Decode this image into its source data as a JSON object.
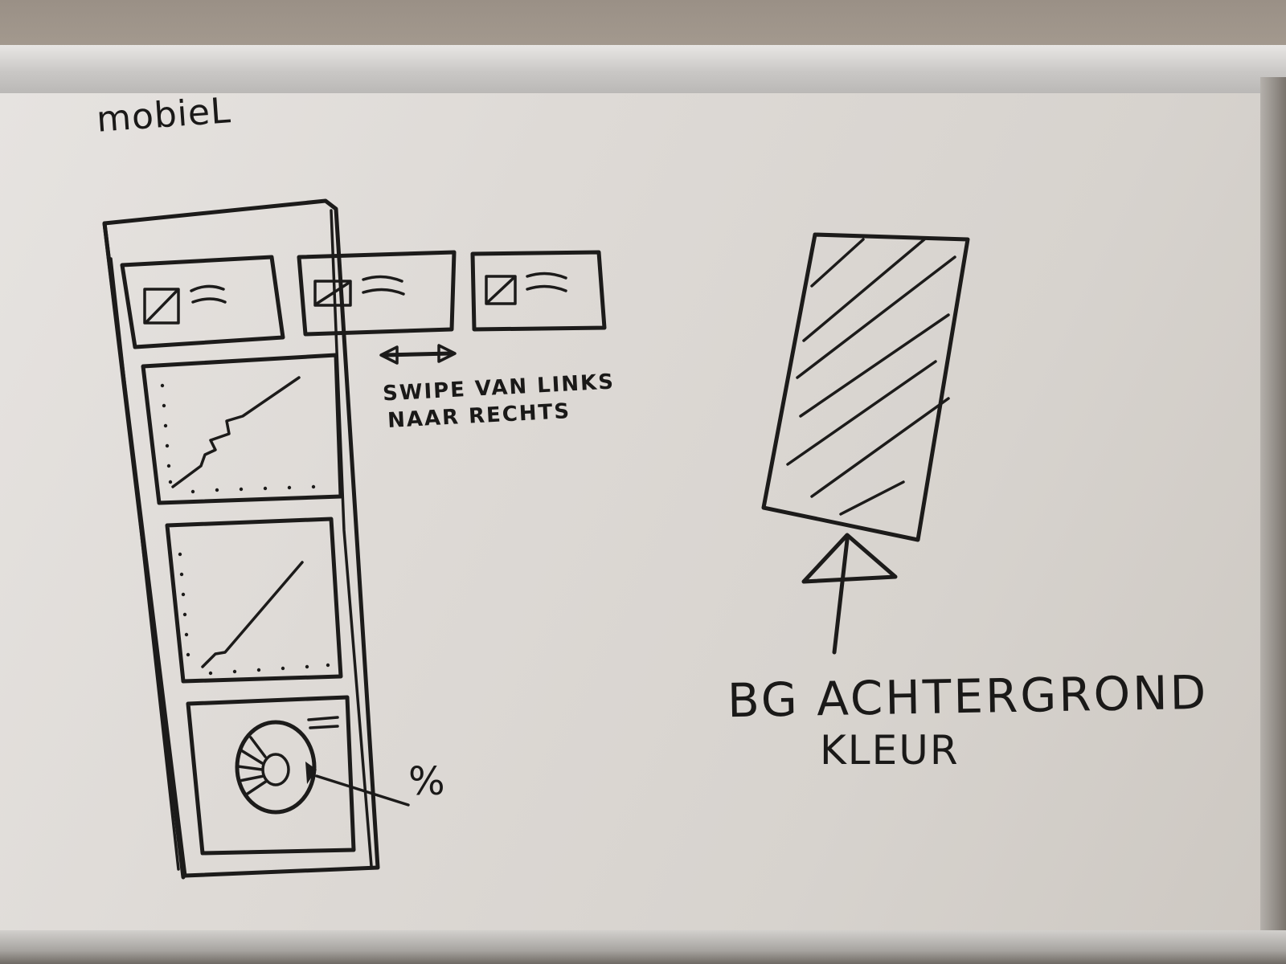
{
  "labels": {
    "title": "mobieL",
    "swipe_line1": "SWIPE VAN LINKS",
    "swipe_line2": "NAAR RECHTS",
    "percent": "%",
    "bg_line1": "BG ACHTERGROND",
    "bg_line2": "KLEUR"
  },
  "icons": {
    "card_image": "image-placeholder-icon",
    "card_text": "text-lines-icon",
    "swipe": "double-arrow-icon",
    "donut": "donut-chart-icon"
  },
  "colors": {
    "ink": "#1c1b1a",
    "board": "#dedad6"
  }
}
